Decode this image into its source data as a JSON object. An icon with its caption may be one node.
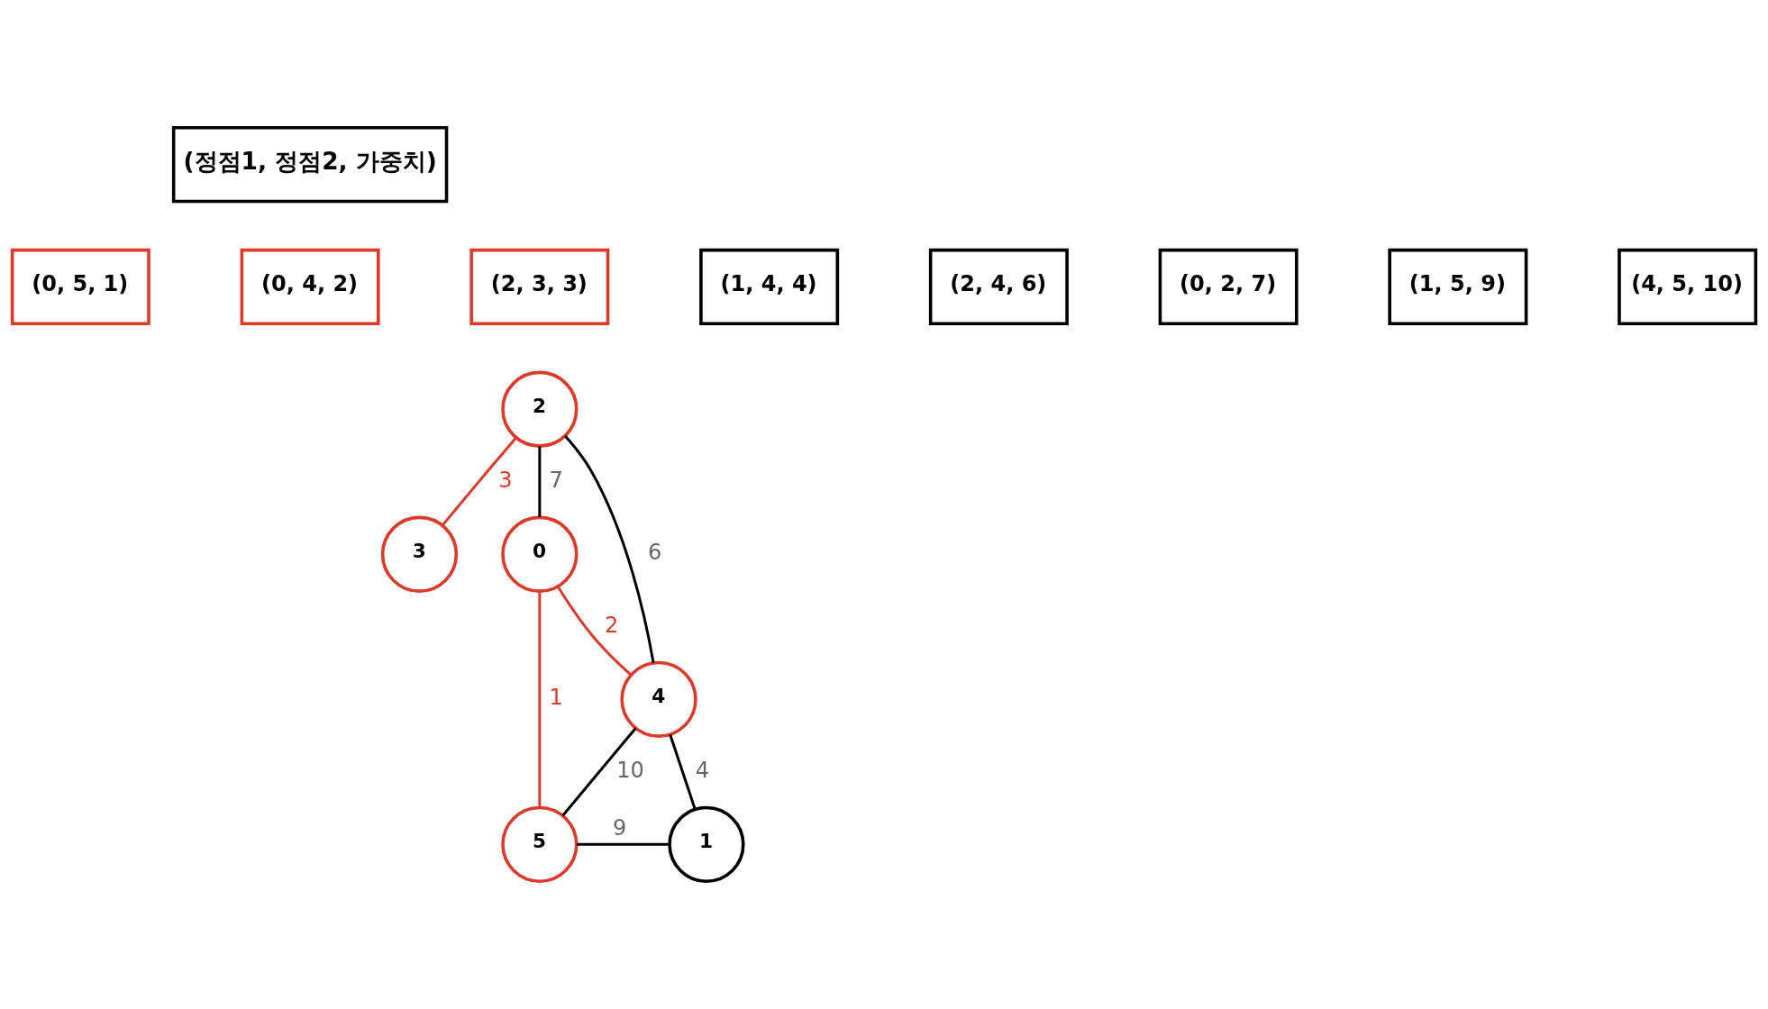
{
  "diagram": {
    "nodes": [
      {
        "text": [
          "(정점1, 정점2, 가중치)"
        ]
      },
      {
        "text": [
          "(0, 5, 1)"
        ]
      },
      {
        "text": [
          "(0, 4, 2)"
        ]
      },
      {
        "text": [
          "(2, 3, 3)"
        ]
      },
      {
        "text": [
          "(1, 4, 4)"
        ]
      },
      {
        "text": [
          "(2, 4, 6)"
        ]
      },
      {
        "text": [
          "(0, 2, 7)"
        ]
      },
      {
        "text": [
          "(1, 5, 9)"
        ]
      },
      {
        "text": [
          "(4, 5, 10)"
        ]
      },
      {
        "text": [
          "2"
        ]
      },
      {
        "text": [
          "0"
        ]
      },
      {
        "text": [
          "3"
        ]
      },
      {
        "text": [
          "4"
        ]
      },
      {
        "text": [
          "5"
        ]
      },
      {
        "text": [
          "1"
        ]
      }
    ],
    "edges": [
      {
        "from": 10,
        "to": 13,
        "arrow": "none",
        "label": "1",
        "color": "#dc3b2a"
      },
      {
        "from": 10,
        "to": 12,
        "arrow": "none",
        "label": "2",
        "color": "#dc3b2a"
      },
      {
        "from": 9,
        "to": 11,
        "arrow": "none",
        "label": "3",
        "color": "#dc3b2a"
      },
      {
        "from": 12,
        "to": 14,
        "arrow": "none",
        "label": "4"
      },
      {
        "from": 9,
        "to": 12,
        "arrow": "none",
        "label": "6"
      },
      {
        "from": 9,
        "to": 10,
        "arrow": "none",
        "label": "7"
      },
      {
        "from": 13,
        "to": 14,
        "arrow": "none",
        "label": "9"
      },
      {
        "from": 12,
        "to": 13,
        "arrow": "none",
        "label": "10"
      }
    ]
  }
}
